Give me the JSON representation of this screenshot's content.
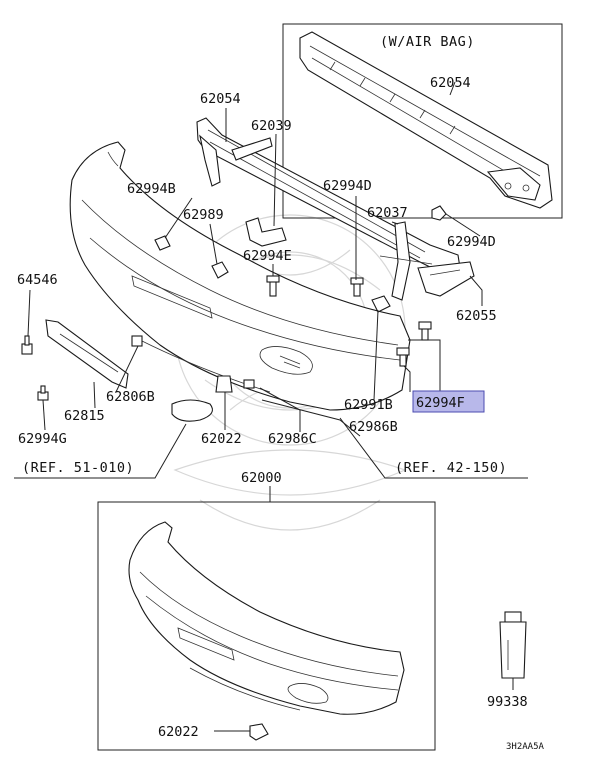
{
  "diagram": {
    "callouts": {
      "p62054_top": "62054",
      "p62054_bar": "62054",
      "p62039": "62039",
      "p62994B": "62994B",
      "p62989": "62989",
      "p62994D_left": "62994D",
      "p62037": "62037",
      "p62994D_right": "62994D",
      "p62994E": "62994E",
      "p64546": "64546",
      "p62055": "62055",
      "p62806B": "62806B",
      "p62815": "62815",
      "p62991B": "62991B",
      "p62994F": "62994F",
      "p62994G": "62994G",
      "p62022_upper": "62022",
      "p62986C": "62986C",
      "p62986B": "62986B",
      "p62000": "62000",
      "p99338": "99338",
      "p62022_lower": "62022"
    },
    "notes": {
      "airbag": "(W/AIR BAG)",
      "ref_left": "(REF. 51-010)",
      "ref_right": "(REF. 42-150)",
      "drawing_code": "3H2AA5A"
    },
    "highlight_color": "#b8b8ea"
  }
}
